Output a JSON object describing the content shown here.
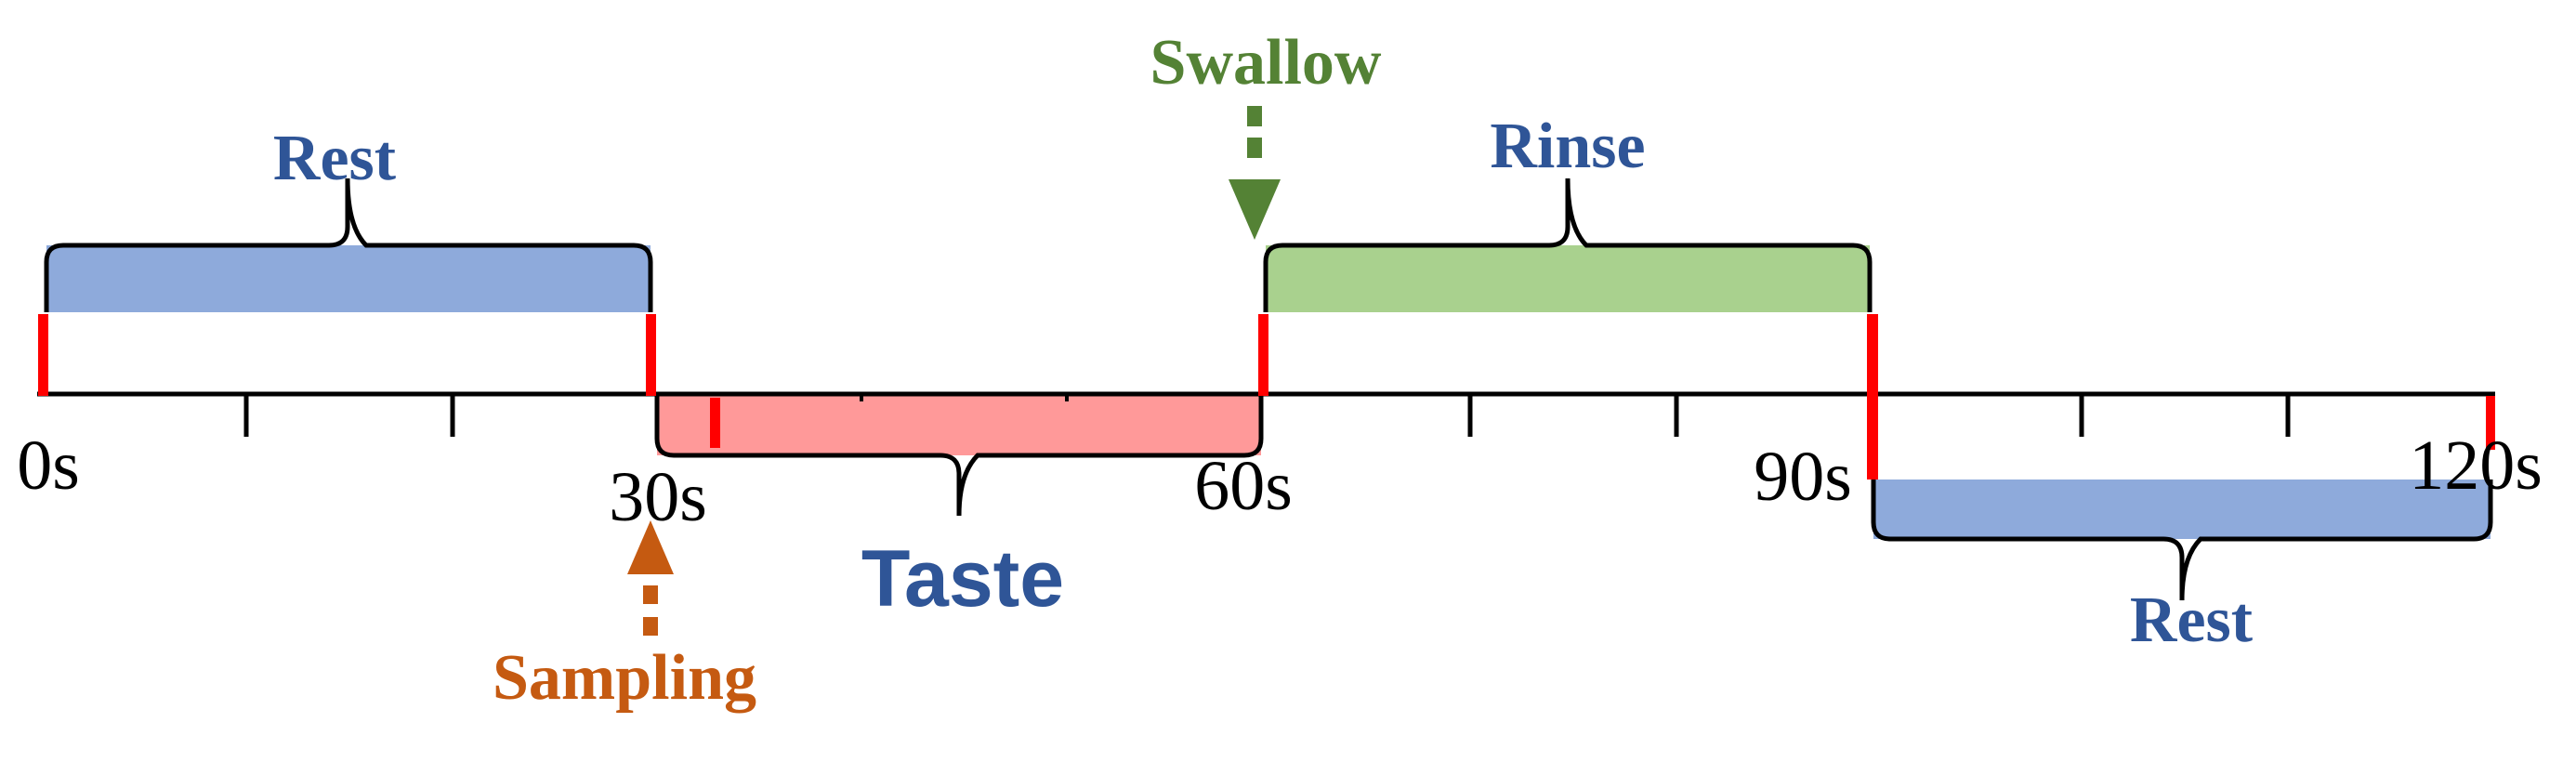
{
  "timeline": {
    "ticks": [
      "0s",
      "30s",
      "60s",
      "90s",
      "120s"
    ]
  },
  "phases": {
    "rest_first": "Rest",
    "taste": "Taste",
    "rinse": "Rinse",
    "rest_last": "Rest"
  },
  "events": {
    "swallow": "Swallow",
    "sampling": "Sampling"
  },
  "colors": {
    "rest": "#8EAADB",
    "taste": "#FF9999",
    "rinse": "#A9D18E",
    "boundary_marker": "#FF0000",
    "rest_text": "#2F5597",
    "taste_text": "#2F5597",
    "swallow": "#548235",
    "sampling": "#C55A11"
  }
}
